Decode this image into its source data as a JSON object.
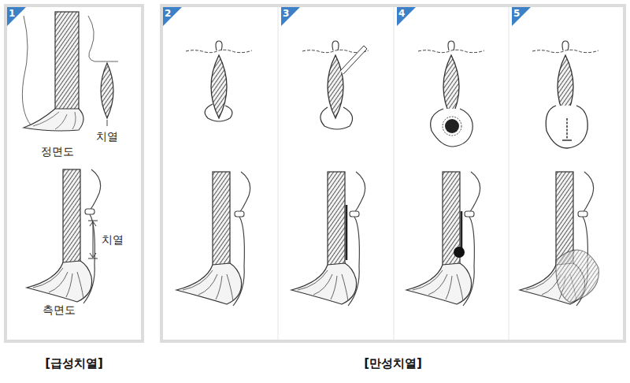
{
  "diagram": {
    "nodes": [
      {
        "text": [
          "[급성치열]"
        ]
      },
      {
        "text": [
          "[만성치열]"
        ]
      }
    ],
    "labels": [
      "1",
      "치열",
      "정면도",
      "치열",
      "측면도",
      "2",
      "3",
      "4",
      "5"
    ]
  }
}
